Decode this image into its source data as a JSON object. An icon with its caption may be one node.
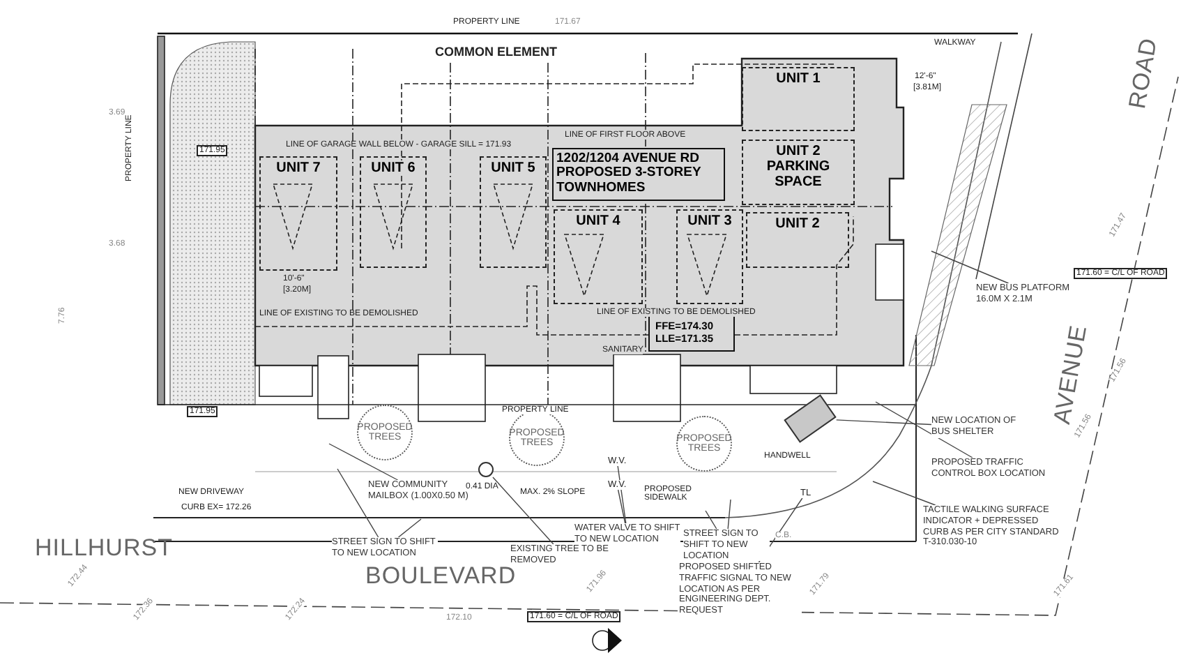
{
  "diagram": {
    "nodes": [
      {
        "text": [
          "UNIT 7"
        ]
      },
      {
        "text": [
          "UNIT 6"
        ]
      },
      {
        "text": [
          "UNIT 5"
        ]
      },
      {
        "text": [
          "1202/1204 AVENUE RD PROPOSED 3-STOREY TOWNHOMES"
        ]
      },
      {
        "text": [
          "UNIT 4"
        ]
      },
      {
        "text": [
          "UNIT 3"
        ]
      },
      {
        "text": [
          "UNIT 1"
        ]
      },
      {
        "text": [
          "UNIT 2 PARKING SPACE"
        ]
      },
      {
        "text": [
          "UNIT 2"
        ]
      },
      {
        "text": [
          "FFE=174.30",
          "LLE=171.35"
        ]
      },
      {
        "text": [
          "PROPOSED TREES"
        ]
      },
      {
        "text": [
          "PROPOSED TREES"
        ]
      },
      {
        "text": [
          "PROPOSED TREES"
        ]
      },
      {
        "text": [],
        "shape": "box"
      },
      {
        "text": [
          "NEW BUS PLATFORM 16.0M X 2.1M"
        ]
      },
      {
        "text": [
          "NEW LOCATION OF BUS SHELTER"
        ]
      },
      {
        "text": [
          "PROPOSED TRAFFIC CONTROL BOX LOCATION"
        ]
      },
      {
        "text": [
          "TACTILE WALKING SURFACE INDICATOR + DEPRESSED CURB AS PER CITY STANDARD T-310.030-10"
        ]
      },
      {
        "text": [
          "PROPOSED SHIFTED TRAFFIC SIGNAL TO NEW LOCATION AS PER ENGINEERING DEPT. REQUEST"
        ]
      },
      {
        "text": [
          "STREET SIGN TO SHIFT TO NEW LOCATION"
        ]
      },
      {
        "text": [
          "WATER VALVE TO SHIFT TO NEW LOCATION"
        ]
      },
      {
        "text": [
          "EXISTING TREE TO BE REMOVED"
        ]
      },
      {
        "text": [
          "STREET SIGN TO SHIFT TO NEW LOCATION"
        ]
      },
      {
        "text": [
          "NEW COMMUNITY MAILBOX (1.00X0.50 M)"
        ]
      },
      {
        "text": [
          "TL"
        ]
      },
      {
        "text": [
          "W.V."
        ]
      },
      {
        "text": [
          "W.V."
        ]
      },
      {
        "text": [],
        "shape": "circle"
      }
    ],
    "edges": [
      {
        "from": 14,
        "to": null,
        "arrow": "none"
      },
      {
        "from": 15,
        "to": 13,
        "arrow": "none"
      },
      {
        "from": 16,
        "to": null,
        "arrow": "none"
      },
      {
        "from": 17,
        "to": null,
        "arrow": "none"
      },
      {
        "from": 18,
        "to": 24,
        "arrow": "none"
      },
      {
        "from": 19,
        "to": null,
        "arrow": "none"
      },
      {
        "from": 19,
        "to": null,
        "arrow": "none"
      },
      {
        "from": 20,
        "to": 25,
        "arrow": "none"
      },
      {
        "from": 20,
        "to": 26,
        "arrow": "none"
      },
      {
        "from": 21,
        "to": 27,
        "arrow": "none"
      },
      {
        "from": 22,
        "to": null,
        "arrow": "none"
      },
      {
        "from": 22,
        "to": null,
        "arrow": "none"
      },
      {
        "from": 23,
        "to": null,
        "arrow": "none"
      }
    ],
    "labels": [
      "PROPERTY LINE",
      "171.67",
      "COMMON ELEMENT",
      "WALKWAY",
      "12'-6\"",
      "[3.81M]",
      "3.69",
      "PROPERTY LINE",
      "LINE OF FIRST FLOOR ABOVE",
      "171.95",
      "LINE OF GARAGE WALL BELOW - GARAGE SILL = 171.93",
      "3.68",
      "10'-6\"",
      "[3.20M]",
      "LINE OF EXISTING TO BE DEMOLISHED",
      "LINE OF EXISTING TO BE DEMOLISHED",
      "7.76",
      "ROAD",
      "171.47",
      "171.60 = C/L OF ROAD",
      "AVENUE",
      "SANITARY",
      "171.95",
      "PROPERTY LINE",
      "HANDWELL",
      "0.41 DIA",
      "NEW DRIVEWAY",
      "MAX. 2% SLOPE",
      "PROPOSED SIDEWALK",
      "CURB EX= 172.26",
      "C.B.",
      "HILLHURST",
      "BOULEVARD",
      "171.56",
      "171.56",
      "172.44",
      "172.36",
      "172.24",
      "172.10",
      "171.60 = C/L OF ROAD",
      "171.96",
      "171.79",
      "171.61"
    ]
  }
}
